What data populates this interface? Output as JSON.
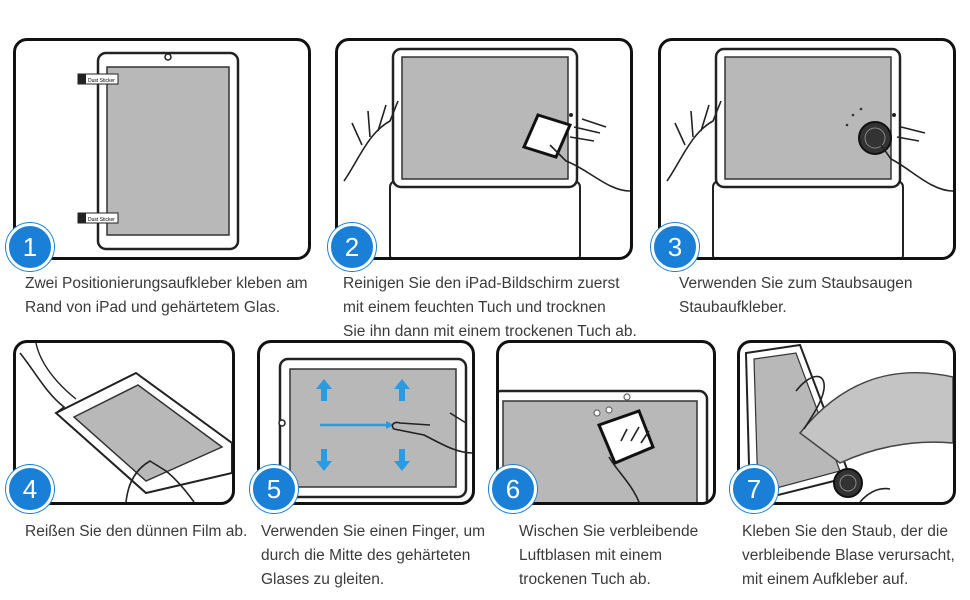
{
  "accent_color": "#1a7fd6",
  "sticker_text": "Dust Sticker",
  "steps": [
    {
      "number": "1",
      "lines": [
        "Zwei Positionierungsaufkleber kleben am",
        "Rand von iPad und gehärtetem Glas."
      ]
    },
    {
      "number": "2",
      "lines": [
        "Reinigen Sie den iPad-Bildschirm zuerst",
        "mit einem feuchten Tuch und trocknen",
        "Sie ihn dann mit einem trockenen Tuch ab."
      ]
    },
    {
      "number": "3",
      "lines": [
        "Verwenden Sie zum Staubsaugen",
        "Staubaufkleber."
      ]
    },
    {
      "number": "4",
      "lines": [
        "Reißen Sie den dünnen Film ab."
      ]
    },
    {
      "number": "5",
      "lines": [
        "Verwenden Sie einen Finger, um",
        "durch die Mitte des gehärteten",
        "Glases zu gleiten."
      ]
    },
    {
      "number": "6",
      "lines": [
        "Wischen Sie verbleibende",
        "Luftblasen mit einem",
        "trockenen Tuch ab."
      ]
    },
    {
      "number": "7",
      "lines": [
        "Kleben Sie den Staub, der die",
        "verbleibende Blase verursacht,",
        "mit einem Aufkleber auf."
      ]
    }
  ]
}
